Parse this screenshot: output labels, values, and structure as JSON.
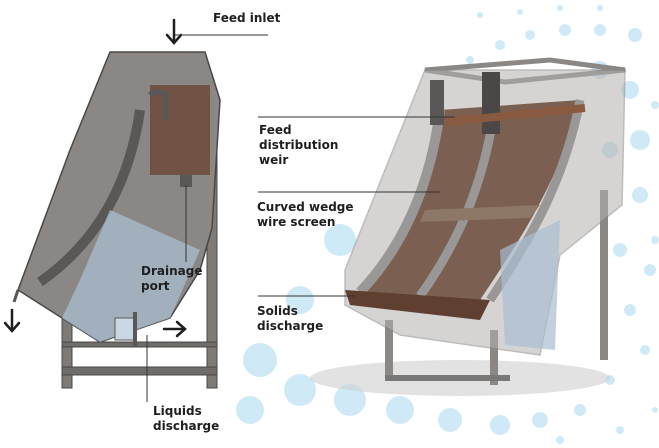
{
  "labels": {
    "feed_inlet": "Feed inlet",
    "drainage_port": "Drainage\nport",
    "liquids_discharge": "Liquids\ndischarge",
    "feed_distribution_weir": "Feed\ndistribution\nweir",
    "curved_wedge_wire_screen": "Curved wedge\nwire screen",
    "solids_discharge": "Solids\ndischarge"
  },
  "colors": {
    "body_grey": "#7d7a78",
    "body_dark": "#5a5856",
    "screen_brown": "#6b4a3a",
    "water_blue": "#a9bed0",
    "leader": "#333333",
    "dots": "#bfe3f4"
  },
  "icons": [
    "down-arrow-icon",
    "right-arrow-icon"
  ]
}
